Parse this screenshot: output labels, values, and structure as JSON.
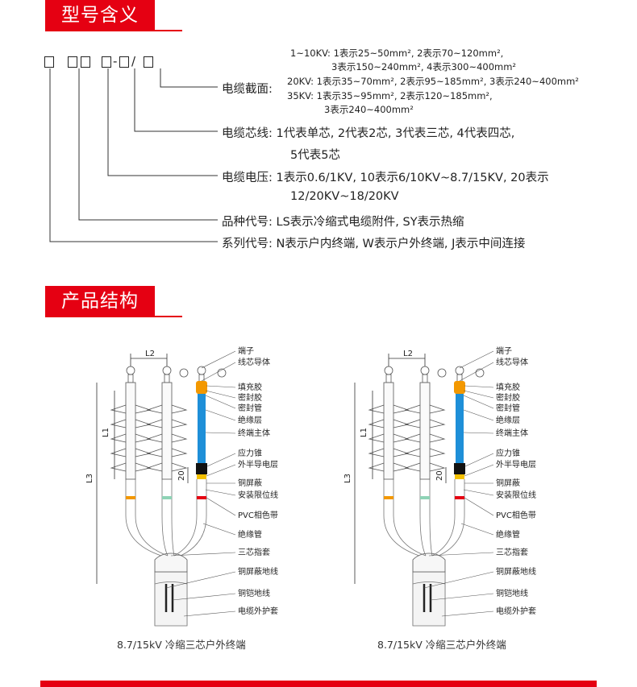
{
  "section1": {
    "title": "型号含义"
  },
  "code": {
    "dash": "-",
    "slash": "/"
  },
  "cross_section": {
    "label": "电缆截面:",
    "kv10_line1": "1~10KV: 1表示25~50mm², 2表示70~120mm²,",
    "kv10_line2": "3表示150~240mm², 4表示300~400mm²",
    "kv20": "20KV: 1表示35~70mm², 2表示95~185mm², 3表示240~400mm²",
    "kv35_line1": "35KV: 1表示35~95mm², 2表示120~185mm²,",
    "kv35_line2": "3表示240~400mm²"
  },
  "core": {
    "line1": "电缆芯线: 1代表单芯, 2代表2芯, 3代表三芯, 4代表四芯,",
    "line2": "5代表5芯"
  },
  "voltage": {
    "line1": "电缆电压: 1表示0.6/1KV, 10表示6/10KV~8.7/15KV, 20表示",
    "line2": "12/20KV~18/20KV"
  },
  "variety": {
    "text": "品种代号: LS表示冷缩式电缆附件, SY表示热缩"
  },
  "series": {
    "text": "系列代号: N表示户内终端, W表示户外终端, J表示中间连接"
  },
  "section2": {
    "title": "产品结构"
  },
  "diagram": {
    "dims": {
      "l2": "L2",
      "l1": "L1",
      "l3": "L3",
      "d20": "20"
    },
    "parts": [
      "端子",
      "线芯导体",
      "填充胶",
      "密封胶",
      "密封管",
      "绝缘层",
      "终端主体",
      "应力锥",
      "外半导电层",
      "铜屏蔽",
      "安装限位线",
      "PVC相色带",
      "绝缘管",
      "三芯指套",
      "铜屏蔽地线",
      "铜铠地线",
      "电缆外护套"
    ],
    "caption_left": "8.7/15kV 冷缩三芯户外终端",
    "caption_right": "8.7/15kV 冷缩三芯户外终端"
  },
  "colors": {
    "accent": "#e50012",
    "insulator": "#1e8fd8",
    "fill": "#f39800"
  }
}
